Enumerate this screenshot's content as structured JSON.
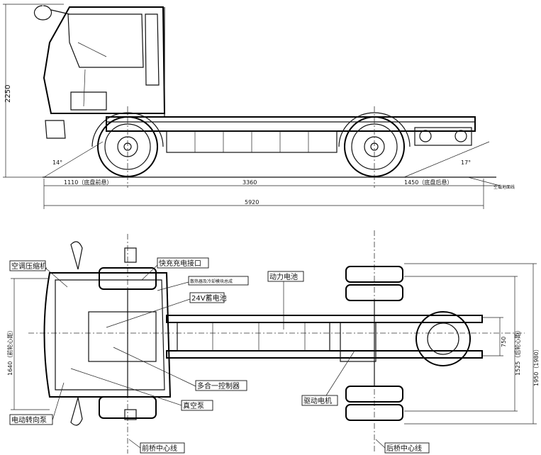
{
  "side_view": {
    "height_dim": "2250",
    "front_overhang": "1110（底盘前悬）",
    "wheelbase": "3360",
    "rear_overhang": "1450（底盘后悬）",
    "total_length": "5920",
    "approach_angle": "14°",
    "departure_angle": "17°",
    "ground_note": "空载地面线"
  },
  "top_view": {
    "labels": {
      "ac_compressor": "空调压缩机",
      "fast_charge": "快充充电接口",
      "cooling": "散热器及冷却模块总成",
      "battery_24v": "24V蓄电池",
      "power_battery": "动力电池",
      "controller": "多合一控制器",
      "vacuum_pump": "真空泵",
      "drive_motor": "驱动电机",
      "steering_pump": "电动转向泵",
      "front_axle_center": "前桥中心线",
      "rear_axle_center": "后桥中心线"
    },
    "dims": {
      "front_track": "1640（前轮心距）",
      "frame_width": "750",
      "rear_track": "1525（后轮心距）",
      "overall_width": "1950（1980）"
    }
  }
}
